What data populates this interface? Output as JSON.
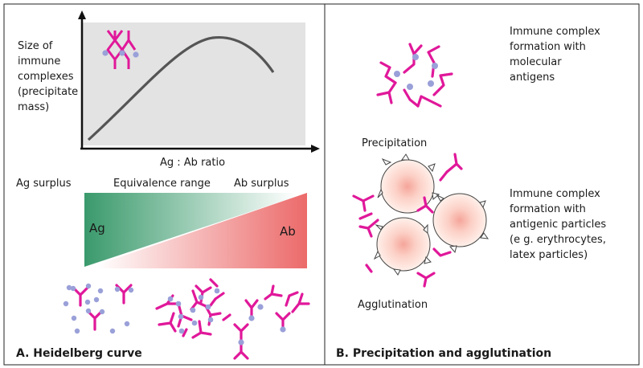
{
  "colors": {
    "antibody": "#e0189a",
    "antigen": "#9aa0d8",
    "ag_gradient": "#3a9a6c",
    "ab_gradient": "#ec6a6a",
    "chart_bg": "#e3e3e3",
    "curve": "#555555"
  },
  "panel_a": {
    "y_axis_label": [
      "Size of",
      "immune",
      "complexes",
      "(precipitate",
      "mass)"
    ],
    "x_axis_label": "Ag : Ab ratio",
    "range_left": "Ag surplus",
    "range_center": "Equivalence range",
    "range_right": "Ab surplus",
    "triangle_left": "Ag",
    "triangle_right": "Ab",
    "caption": "A. Heidelberg curve"
  },
  "panel_b": {
    "top_description": [
      "Immune complex",
      "formation with",
      "molecular",
      "antigens"
    ],
    "top_label": "Precipitation",
    "bottom_description": [
      "Immune complex",
      "formation with",
      "antigenic particles",
      "(e g. erythrocytes,",
      "latex particles)"
    ],
    "bottom_label": "Agglutination",
    "caption": "B. Precipitation and agglutination"
  }
}
